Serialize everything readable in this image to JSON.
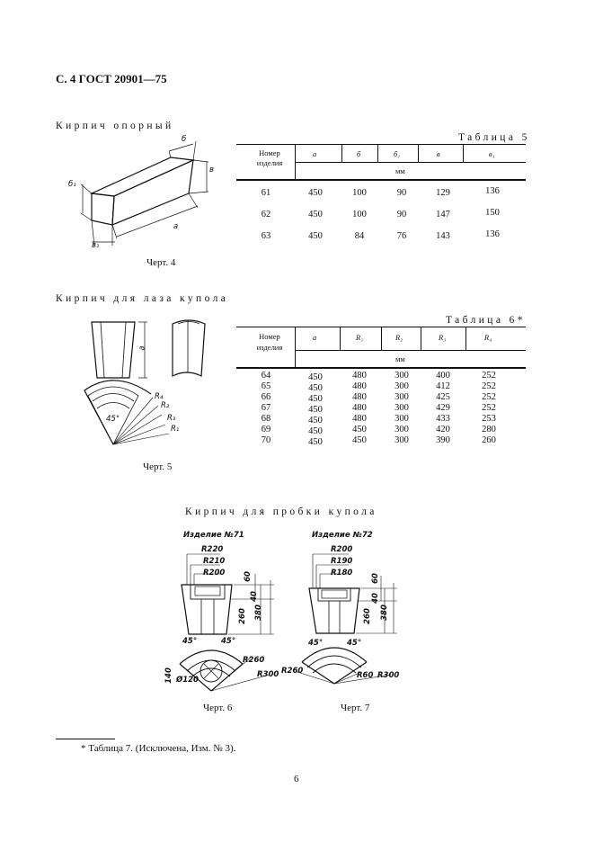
{
  "header": {
    "title": "С. 4 ГОСТ 20901—75"
  },
  "section1": {
    "title": "Кирпич опорный",
    "figure_caption": "Черт. 4",
    "fig_labels": {
      "b": "б",
      "v": "в",
      "b1": "б₁",
      "a": "а",
      "v1": "в₁"
    },
    "table_title": "Таблица 5",
    "columns": [
      "Номер изделия",
      "а",
      "б",
      "б₁",
      "в",
      "в₁"
    ],
    "unit": "мм",
    "rows": [
      [
        "61",
        "450",
        "100",
        "90",
        "129",
        "136"
      ],
      [
        "62",
        "450",
        "100",
        "90",
        "147",
        "150"
      ],
      [
        "63",
        "450",
        "84",
        "76",
        "143",
        "136"
      ]
    ]
  },
  "section2": {
    "title": "Кирпич для лаза купола",
    "figure_caption": "Черт. 5",
    "fig_labels": {
      "a": "а",
      "angle": "45°",
      "r4": "R₄",
      "r2": "R₂",
      "r3": "R₃",
      "r1": "R₁"
    },
    "table_title": "Таблица 6*",
    "columns": [
      "Номер изделия",
      "а",
      "R₁",
      "R₂",
      "R₃",
      "R₄"
    ],
    "unit": "мм",
    "rows": [
      [
        "64",
        "450",
        "480",
        "300",
        "400",
        "252"
      ],
      [
        "65",
        "450",
        "480",
        "300",
        "412",
        "252"
      ],
      [
        "66",
        "450",
        "480",
        "300",
        "425",
        "252"
      ],
      [
        "67",
        "450",
        "480",
        "300",
        "429",
        "252"
      ],
      [
        "68",
        "450",
        "480",
        "300",
        "433",
        "253"
      ],
      [
        "69",
        "450",
        "450",
        "300",
        "420",
        "280"
      ],
      [
        "70",
        "450",
        "450",
        "300",
        "390",
        "260"
      ]
    ]
  },
  "section3": {
    "title": "Кирпич для пробки купола",
    "left": {
      "label": "Изделие №71",
      "caption": "Черт. 6",
      "dims": {
        "r1": "R220",
        "r2": "R210",
        "r3": "R200",
        "h1": "60",
        "h2": "40",
        "h3": "260",
        "h4": "380",
        "ang1": "45°",
        "ang2": "45°",
        "rb": "R260",
        "rc": "R300",
        "d": "Ø120",
        "w": "140"
      }
    },
    "right": {
      "label": "Изделие №72",
      "caption": "Черт. 7",
      "dims": {
        "r1": "R200",
        "r2": "R190",
        "r3": "R180",
        "h1": "60",
        "h2": "40",
        "h3": "260",
        "h4": "380",
        "ang1": "45°",
        "ang2": "45°",
        "ra": "R260",
        "rb": "R60",
        "rc": "R300"
      }
    }
  },
  "footnote": {
    "text": "* Таблица 7. (Исключена, Изм. № 3)."
  },
  "page_number": "6"
}
